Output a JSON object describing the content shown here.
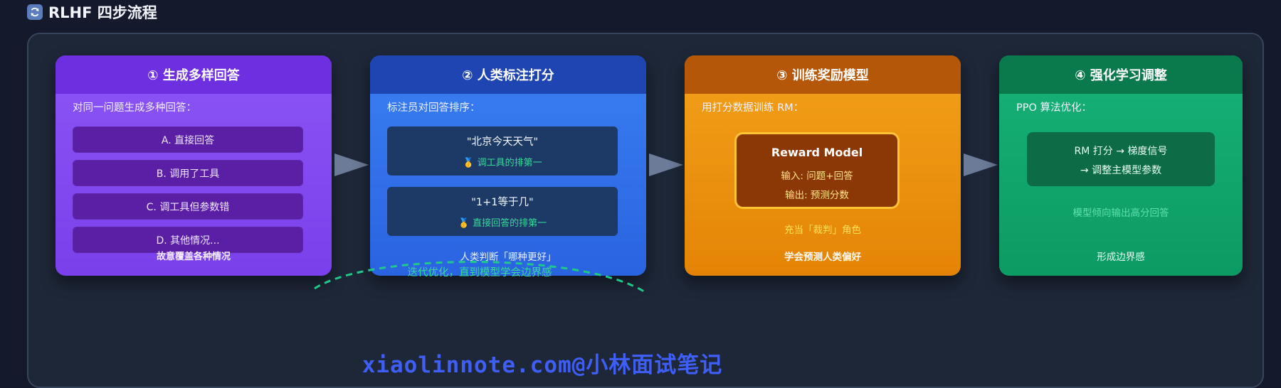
{
  "header": {
    "title": "RLHF 四步流程",
    "icon": "refresh-icon"
  },
  "steps": [
    {
      "title": "① 生成多样回答",
      "subtitle": "对同一问题生成多种回答：",
      "options": [
        "A. 直接回答",
        "B. 调用了工具",
        "C. 调工具但参数错",
        "D. 其他情况..."
      ],
      "footer": "故意覆盖各种情况",
      "color": "#7a40eb"
    },
    {
      "title": "② 人类标注打分",
      "subtitle": "标注员对回答排序：",
      "questions": [
        {
          "text": "\"北京今天天气\"",
          "note": "🥇 调工具的排第一"
        },
        {
          "text": "\"1+1等于几\"",
          "note": "🥇 直接回答的排第一"
        }
      ],
      "footer": "人类判断「哪种更好」",
      "color": "#2a63e0"
    },
    {
      "title": "③ 训练奖励模型",
      "subtitle": "用打分数据训练 RM：",
      "model": {
        "name": "Reward Model",
        "input": "输入: 问题+回答",
        "output": "输出: 预测分数"
      },
      "role": "充当「裁判」角色",
      "footer": "学会预测人类偏好",
      "color": "#e48406"
    },
    {
      "title": "④ 强化学习调整",
      "subtitle": "PPO 算法优化：",
      "lines": [
        "RM 打分 → 梯度信号",
        "→ 调整主模型参数"
      ],
      "note": "模型倾向输出高分回答",
      "footer": "形成边界感",
      "color": "#0c9b62"
    }
  ],
  "loop": {
    "label": "迭代优化，直到模型学会边界感",
    "color": "#1fc98a"
  },
  "watermark": "xiaolinnote.com@小林面试笔记"
}
